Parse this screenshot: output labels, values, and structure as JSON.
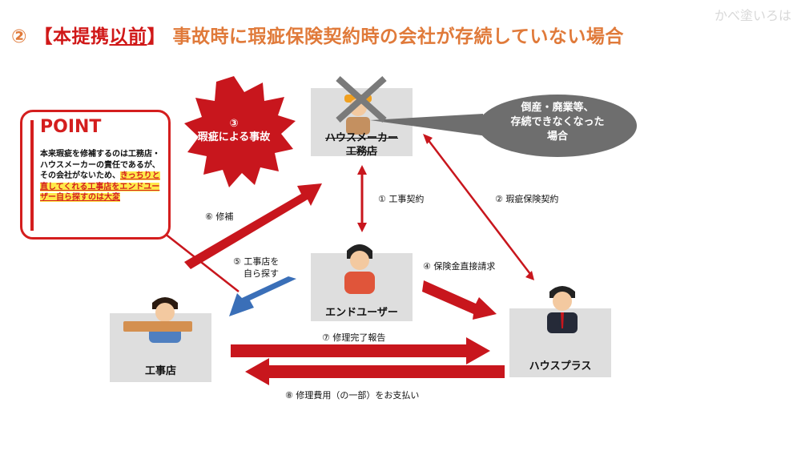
{
  "title": {
    "num": "②",
    "bracket_open": "【本提携",
    "underlined": "以前",
    "bracket_close": "】",
    "rest": "事故時に瑕疵保険契約時の会社が存続していない場合"
  },
  "watermark": "かべ塗いろは",
  "point": {
    "title": "POINT",
    "text_plain": "本来瑕疵を修補するのは工務店・ハウスメーカーの責任であるが、その会社がないため、",
    "text_highlight": "きっちりと直してくれる工事店をエンドユーザー自ら探すのは大変"
  },
  "accident": {
    "num": "③",
    "label": "瑕疵による事故"
  },
  "maker": {
    "line1": "ハウスメーカー",
    "line2": "工務店"
  },
  "bubble": {
    "line1": "倒産・廃業等、",
    "line2": "存続できなくなった",
    "line3": "場合"
  },
  "end_user": "エンドユーザー",
  "koujiten": "工事店",
  "hausplus": "ハウスプラス",
  "steps": {
    "s1": "① 工事契約",
    "s2": "② 瑕疵保険契約",
    "s4": "④ 保険金直接請求",
    "s5a": "⑤ 工事店を",
    "s5b": "自ら探す",
    "s6": "⑥ 修補",
    "s7": "⑦ 修理完了報告",
    "s8": "⑧ 修理費用（の一部）をお支払い"
  },
  "colors": {
    "accent": "#e07a3a",
    "red": "#d01818",
    "arrow_red": "#c8161d",
    "arrow_blue": "#3a6fb8",
    "box": "#dedede",
    "bubble": "#6e6e6e"
  }
}
